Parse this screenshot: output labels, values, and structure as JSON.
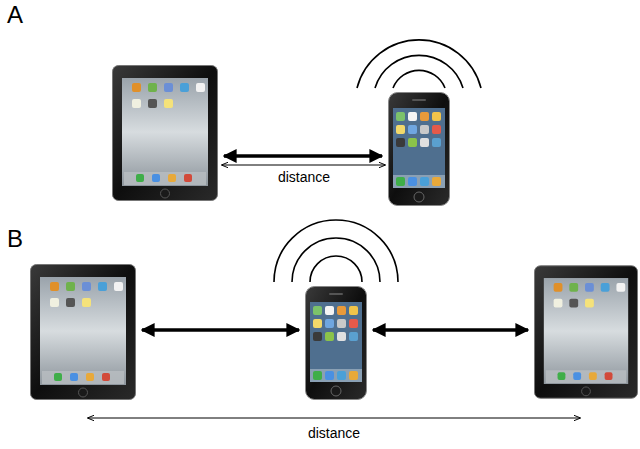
{
  "diagram": {
    "labels": [
      "A",
      "distance",
      "B",
      "distance"
    ]
  }
}
